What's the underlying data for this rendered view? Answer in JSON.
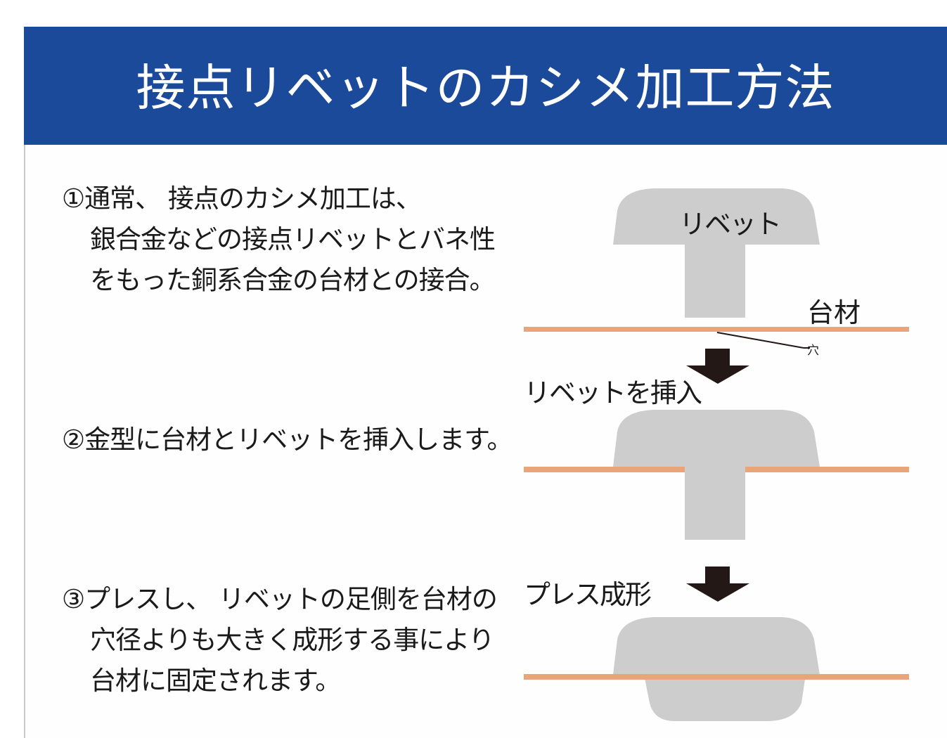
{
  "title": "接点リベットのカシメ加工方法",
  "steps": [
    {
      "lines": [
        "①通常、 接点のカシメ加工は、",
        "銀合金などの接点リベットとバネ性",
        "をもった銅系合金の台材との接合。"
      ]
    },
    {
      "lines": [
        "②金型に台材とリベットを挿入します。"
      ]
    },
    {
      "lines": [
        "③プレスし、 リベットの足側を台材の",
        "穴径よりも大きく成形する事により",
        "台材に固定されます。"
      ]
    }
  ],
  "diagram": {
    "labels": {
      "rivet": "リベット",
      "base": "台材",
      "hole": "穴",
      "insert": "リベットを挿入",
      "press": "プレス成形"
    },
    "colors": {
      "rivet": "#cdcdcd",
      "base_plate": "#e9a479",
      "arrow": "#231815",
      "text": "#1a1a1a"
    }
  }
}
